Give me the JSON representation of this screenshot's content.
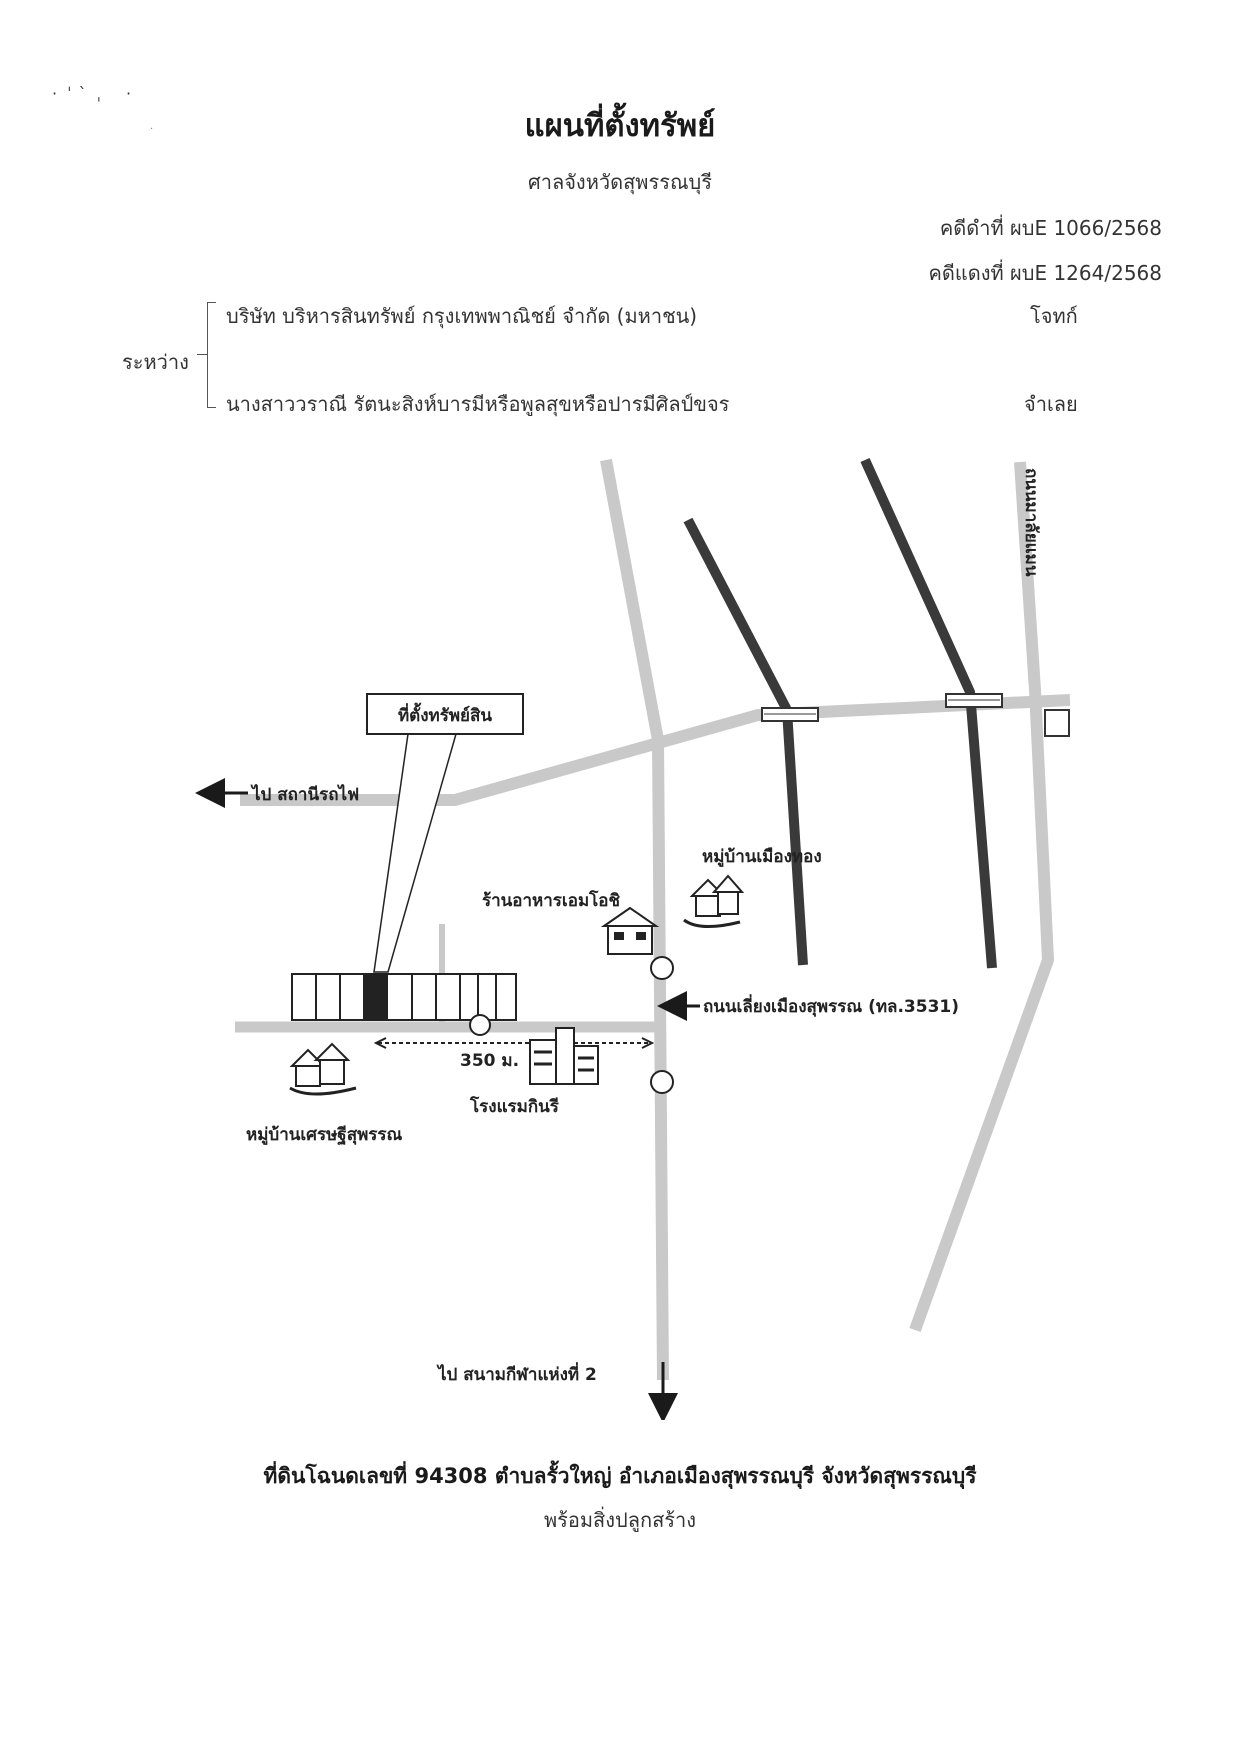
{
  "header": {
    "title": "แผนที่ตั้งทรัพย์",
    "court": "ศาลจังหวัดสุพรรณบุรี",
    "black_case": "คดีดำที่ ผบE 1066/2568",
    "red_case": "คดีแดงที่ ผบE 1264/2568"
  },
  "parties": {
    "between_label": "ระหว่าง",
    "plaintiff_name": "บริษัท บริหารสินทรัพย์ กรุงเทพพาณิชย์ จำกัด (มหาชน)",
    "plaintiff_role": "โจทก์",
    "defendant_name": "นางสาววราณี รัตนะสิงห์บารมีหรือพูลสุขหรือปารมีศิลป์ขจร",
    "defendant_role": "จำเลย"
  },
  "map": {
    "property_label": "ที่ตั้งทรัพย์สิน",
    "to_station": "ไป สถานีรถไฟ",
    "village_muang_thong": "หมู่บ้านเมืองทอง",
    "restaurant": "ร้านอาหารเอมโอชิ",
    "bypass_road": "ถนนเลี่ยงเมืองสุพรรณ (ทล.3531)",
    "distance": "350 ม.",
    "hotel": "โรงแรมกินรี",
    "village_setthi": "หมู่บ้านเศรษฐีสุพรรณ",
    "to_stadium": "ไป สนามกีฬาแห่งที่ 2",
    "vertical_road": "ถนนมาลัยแมน",
    "colors": {
      "road": "#c9c9c9",
      "dark_road": "#3a3a3a",
      "ink": "#1a1a1a"
    }
  },
  "footer": {
    "deed_line": "ที่ดินโฉนดเลขที่ 94308 ตำบลรั้วใหญ่ อำเภอเมืองสุพรรณบุรี จังหวัดสุพรรณบุรี",
    "buildings_line": "พร้อมสิ่งปลูกสร้าง"
  }
}
